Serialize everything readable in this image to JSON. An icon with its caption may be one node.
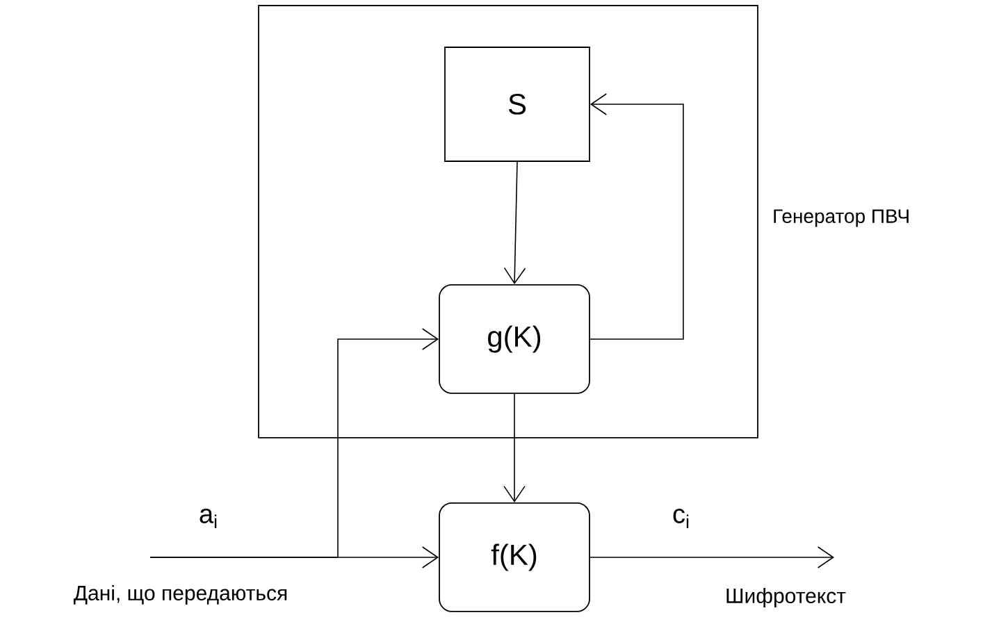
{
  "diagram": {
    "nodes": [
      {
        "text": [
          "Генератор ПВЧ"
        ]
      },
      {
        "text": [
          "S"
        ],
        "in": 0
      },
      {
        "text": [
          "g(K)"
        ],
        "in": 0
      },
      {
        "text": [
          "f(K)"
        ]
      }
    ],
    "edges": [
      {
        "from": 1,
        "to": 2,
        "arrow": "to"
      },
      {
        "from": 2,
        "to": 1,
        "arrow": "to"
      },
      {
        "from": 2,
        "to": 3,
        "arrow": "to"
      },
      {
        "from": null,
        "to": 3,
        "arrow": "to",
        "label": "a$_{i}$"
      },
      {
        "from": null,
        "to": 2,
        "arrow": "to"
      },
      {
        "from": 3,
        "to": null,
        "arrow": "to",
        "label": "c$_{i}$"
      }
    ],
    "labels": [
      "Дані, що передаються",
      "Шифротекст"
    ]
  }
}
